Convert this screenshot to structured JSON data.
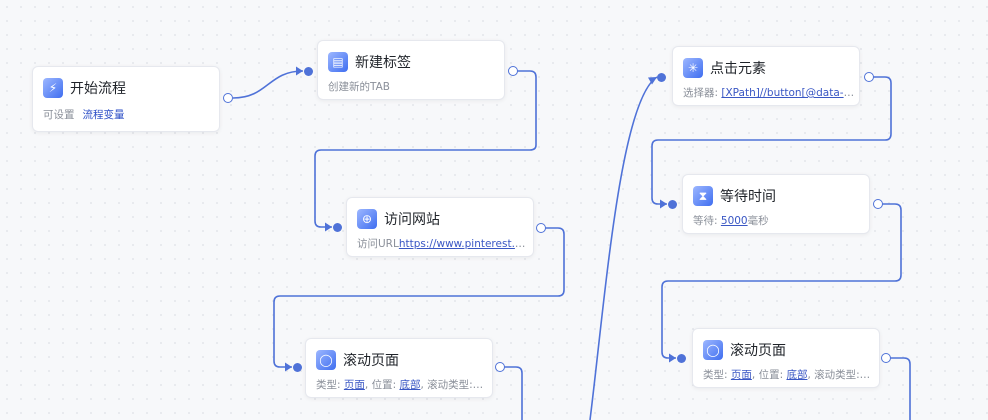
{
  "nodes": {
    "start": {
      "title": "开始流程",
      "sub_prefix": "可设置",
      "sub_tag": "流程变量",
      "icon": "lightning-icon"
    },
    "new_tab": {
      "title": "新建标签",
      "sub": "创建新的TAB",
      "icon": "tab-icon"
    },
    "visit_site": {
      "title": "访问网站",
      "sub_prefix": "访问URL",
      "sub_link": "https://www.pinterest.c...",
      "icon": "globe-icon"
    },
    "scroll_1": {
      "title": "滚动页面",
      "sub_p1": "类型: ",
      "sub_l1": "页面",
      "sub_p2": ", 位置: ",
      "sub_l2": "底部",
      "sub_p3": ", 滚动类型: ...",
      "icon": "mouse-icon"
    },
    "click": {
      "title": "点击元素",
      "sub_prefix": "选择器: ",
      "sub_link": "[XPath]//button[@data-t...",
      "icon": "click-icon"
    },
    "wait": {
      "title": "等待时间",
      "sub_prefix": "等待: ",
      "sub_link": "5000",
      "sub_suffix": "毫秒",
      "icon": "hourglass-icon"
    },
    "scroll_2": {
      "title": "滚动页面",
      "sub_p1": "类型: ",
      "sub_l1": "页面",
      "sub_p2": ", 位置: ",
      "sub_l2": "底部",
      "sub_p3": ", 滚动类型: ...",
      "icon": "mouse-icon"
    }
  },
  "colors": {
    "wire": "#4f72d8",
    "icon_bg_from": "#9db7ff",
    "icon_bg_to": "#3f6ef0",
    "link": "#3a57c4"
  }
}
